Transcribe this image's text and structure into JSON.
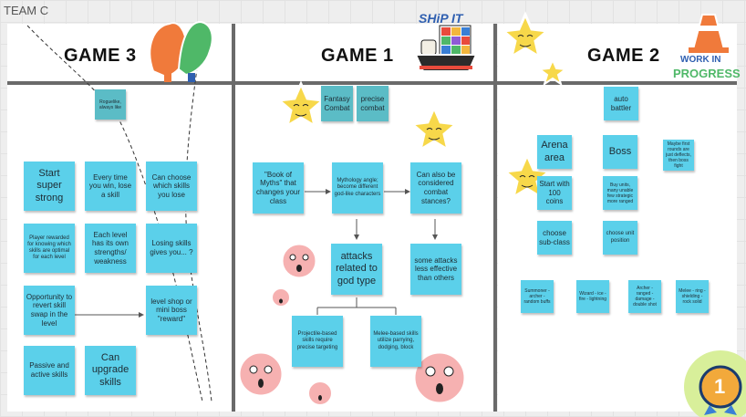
{
  "board": {
    "label": "TEAM C"
  },
  "frames": [
    {
      "title": "GAME 3"
    },
    {
      "title": "GAME 1"
    },
    {
      "title": "GAME 2"
    }
  ],
  "stickers": {
    "ship_it": "SHiP IT",
    "work_in_progress_1": "WORK IN",
    "work_in_progress_2": "PROGRESS",
    "medal_number": "1"
  },
  "game3": {
    "notes": [
      "Roguelike, always like",
      "Start super strong",
      "Every time you win, lose a skill",
      "Can choose which skills you lose",
      "Player rewarded for knowing which skills are optimal for each level",
      "Each level has its own strengths/ weakness",
      "Losing skills gives you... ?",
      "Opportunity to revert skill swap in the level",
      "level shop or mini boss \"reward\"",
      "Passive and active skills",
      "Can upgrade skills"
    ]
  },
  "game1": {
    "notes": [
      "Fantasy Combat",
      "precise combat",
      "\"Book of Myths\" that changes your class",
      "Mythology angle; become different god-like characters",
      "Can also be considered combat stances?",
      "attacks related to god type",
      "some attacks less effective than others",
      "Projectile-based skills require precise targeting",
      "Melee-based skills utilize parrying, dodging, block"
    ]
  },
  "game2": {
    "notes": [
      "auto battler",
      "Arena area",
      "Boss",
      "Maybe first rounds are just deflects, then boss fight",
      "Start with 100 coins",
      "Buy units, many unable few strategic more ranged",
      "choose sub-class",
      "choose unit position",
      "Summoner - archer - random buffs",
      "Wizard - ice - fire - lightning",
      "Archer - ranged - damage - double shot",
      "Melee - ring - shielding - rock solid"
    ]
  },
  "colors": {
    "sticky": "#5bd0ea",
    "sticky_teal": "#5bbcc6",
    "divider": "#6a6a6a",
    "star": "#f7d84a",
    "face": "#f6b1b1",
    "medal": "#f2a93b"
  }
}
